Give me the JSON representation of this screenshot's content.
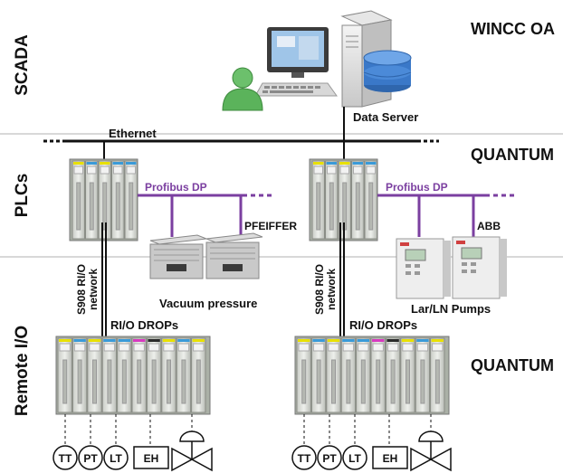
{
  "layers": {
    "scada": "SCADA",
    "plcs": "PLCs",
    "remote_io": "Remote I/O"
  },
  "titles": {
    "wincc": "WINCC OA",
    "quantum_top": "QUANTUM",
    "quantum_bottom": "QUANTUM"
  },
  "network": {
    "ethernet": "Ethernet",
    "data_server": "Data Server"
  },
  "left_branch": {
    "bus": "Profibus DP",
    "vendor": "PFEIFFER",
    "device": "Vacuum pressure",
    "rio_network": [
      "S908 RI/O",
      "network"
    ],
    "drops": "RI/O DROPs"
  },
  "right_branch": {
    "bus": "Profibus DP",
    "vendor": "ABB",
    "device": "Lar/LN Pumps",
    "rio_network": [
      "S908 RI/O",
      "network"
    ],
    "drops": "RI/O DROPs"
  },
  "instruments": [
    "TT",
    "PT",
    "LT",
    "EH"
  ],
  "colors": {
    "profibus": "#7b3fa0",
    "band_line": "#b0b0b0",
    "server_disk": "#3a78c8",
    "user": "#5bb35b",
    "module_body": "#d9dcd6"
  }
}
